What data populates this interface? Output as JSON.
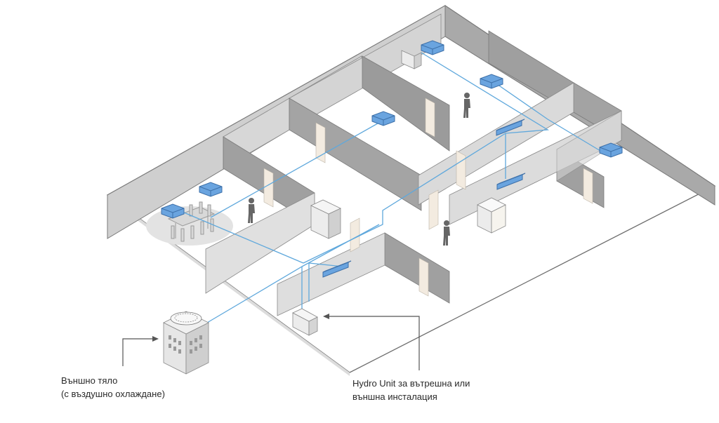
{
  "labels": {
    "outdoor_unit": {
      "line1": "Външно тяло",
      "line2": "(с въздушно охлаждане)"
    },
    "hydro_unit": {
      "line1": "Hydro Unit за вътрешна или",
      "line2": "външна инсталация"
    }
  },
  "colors": {
    "pipe": "#5fa8dc",
    "indoor_unit": "#6aa4df",
    "wall_dark": "#9b9b9b",
    "wall_light": "#cfcfcf",
    "floor": "#ffffff",
    "door": "#f3ebe0",
    "person": "#666666"
  }
}
